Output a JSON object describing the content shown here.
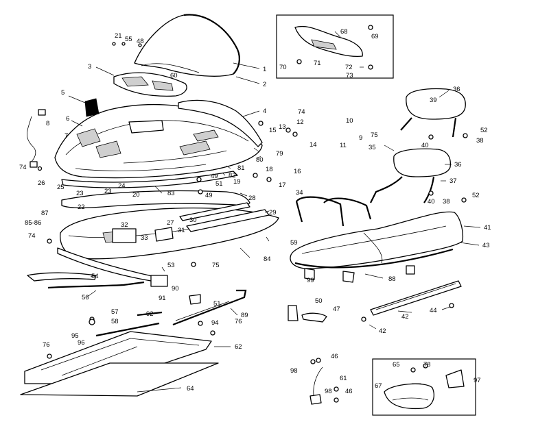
{
  "callouts": [
    {
      "text": "21"
    },
    {
      "text": "55"
    },
    {
      "text": "48"
    },
    {
      "text": "1"
    },
    {
      "text": "2"
    },
    {
      "text": "3"
    },
    {
      "text": "60"
    },
    {
      "text": "5"
    },
    {
      "text": "6"
    },
    {
      "text": "8"
    },
    {
      "text": "7"
    },
    {
      "text": "74"
    },
    {
      "text": "4"
    },
    {
      "text": "74"
    },
    {
      "text": "10"
    },
    {
      "text": "12"
    },
    {
      "text": "13"
    },
    {
      "text": "15"
    },
    {
      "text": "9"
    },
    {
      "text": "75"
    },
    {
      "text": "14"
    },
    {
      "text": "11"
    },
    {
      "text": "79"
    },
    {
      "text": "80"
    },
    {
      "text": "81"
    },
    {
      "text": "82"
    },
    {
      "text": "18"
    },
    {
      "text": "16"
    },
    {
      "text": "19"
    },
    {
      "text": "17"
    },
    {
      "text": "49"
    },
    {
      "text": "51"
    },
    {
      "text": "49"
    },
    {
      "text": "26"
    },
    {
      "text": "25"
    },
    {
      "text": "24"
    },
    {
      "text": "83"
    },
    {
      "text": "23"
    },
    {
      "text": "23"
    },
    {
      "text": "20"
    },
    {
      "text": "22"
    },
    {
      "text": "28"
    },
    {
      "text": "87"
    },
    {
      "text": "29"
    },
    {
      "text": "85-86"
    },
    {
      "text": "32"
    },
    {
      "text": "27"
    },
    {
      "text": "31"
    },
    {
      "text": "74"
    },
    {
      "text": "33"
    },
    {
      "text": "30"
    },
    {
      "text": "59"
    },
    {
      "text": "84"
    },
    {
      "text": "75"
    },
    {
      "text": "53"
    },
    {
      "text": "54"
    },
    {
      "text": "56"
    },
    {
      "text": "90"
    },
    {
      "text": "91"
    },
    {
      "text": "51"
    },
    {
      "text": "89"
    },
    {
      "text": "92"
    },
    {
      "text": "94"
    },
    {
      "text": "76"
    },
    {
      "text": "57"
    },
    {
      "text": "58"
    },
    {
      "text": "95"
    },
    {
      "text": "96"
    },
    {
      "text": "76"
    },
    {
      "text": "62"
    },
    {
      "text": "64"
    },
    {
      "text": "68"
    },
    {
      "text": "69"
    },
    {
      "text": "70"
    },
    {
      "text": "71"
    },
    {
      "text": "72"
    },
    {
      "text": "73"
    },
    {
      "text": "36"
    },
    {
      "text": "52"
    },
    {
      "text": "40"
    },
    {
      "text": "38"
    },
    {
      "text": "35"
    },
    {
      "text": "36"
    },
    {
      "text": "37"
    },
    {
      "text": "34"
    },
    {
      "text": "40"
    },
    {
      "text": "38"
    },
    {
      "text": "52"
    },
    {
      "text": "41"
    },
    {
      "text": "43"
    },
    {
      "text": "99"
    },
    {
      "text": "88"
    },
    {
      "text": "50"
    },
    {
      "text": "47"
    },
    {
      "text": "42"
    },
    {
      "text": "44"
    },
    {
      "text": "42"
    },
    {
      "text": "46"
    },
    {
      "text": "98"
    },
    {
      "text": "61"
    },
    {
      "text": "98"
    },
    {
      "text": "46"
    },
    {
      "text": "65"
    },
    {
      "text": "78"
    },
    {
      "text": "97"
    },
    {
      "text": "67"
    },
    {
      "text": "39"
    }
  ]
}
